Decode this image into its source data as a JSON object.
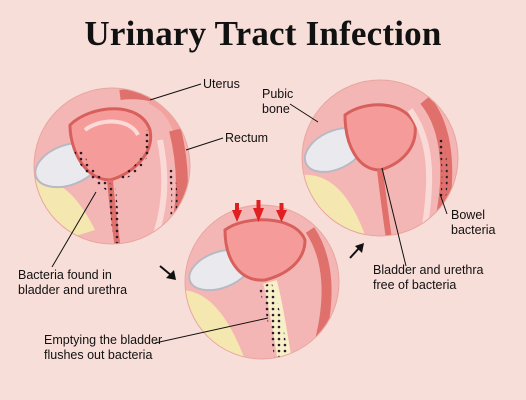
{
  "title": "Urinary Tract Infection",
  "labels": {
    "uterus": "Uterus",
    "rectum": "Rectum",
    "pubic_bone_line1": "Pubic",
    "pubic_bone_line2": "bone",
    "bowel_bacteria_line1": "Bowel",
    "bowel_bacteria_line2": "bacteria",
    "bacteria_found_line1": "Bacteria found in",
    "bacteria_found_line2": "bladder and urethra",
    "bladder_free_line1": "Bladder and urethra",
    "bladder_free_line2": "free of bacteria",
    "emptying_line1": "Emptying the bladder",
    "emptying_line2": "flushes out bacteria"
  },
  "colors": {
    "background": "#f8ded9",
    "tissue_pink": "#f4b6b4",
    "tissue_dark": "#e0706c",
    "fat_yellow": "#f5e7b0",
    "bone": "#e9e9ee",
    "bacteria": "#2a1a2a",
    "pressure_arrows": "#e02020"
  },
  "icons": [
    "arrow-right-down-icon",
    "arrow-right-up-icon",
    "pressure-arrow-icon"
  ]
}
